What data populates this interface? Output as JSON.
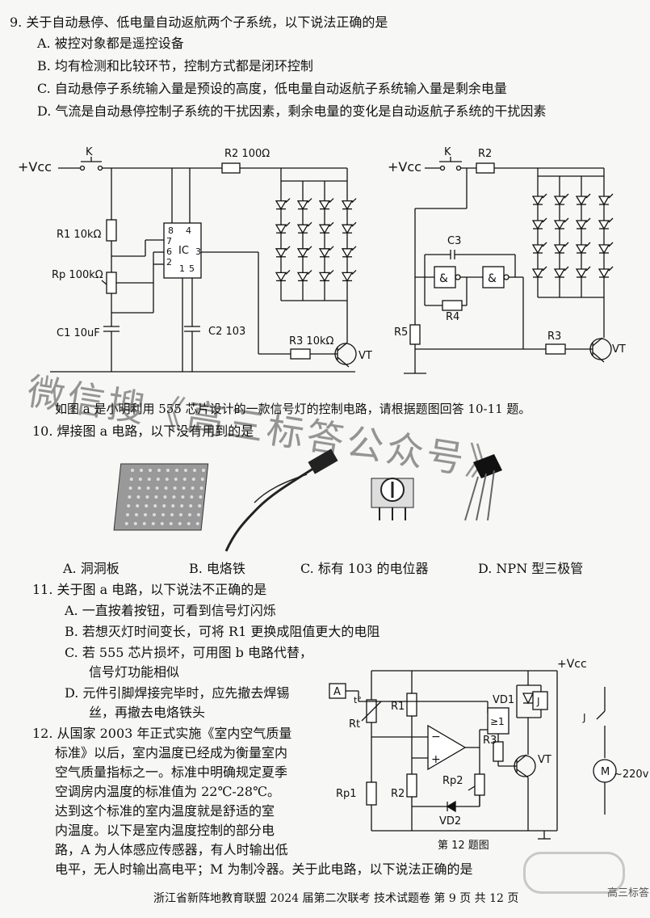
{
  "q9": {
    "stem": "9. 关于自动悬停、低电量自动返航两个子系统，以下说法正确的是",
    "A": "A. 被控对象都是遥控设备",
    "B": "B. 均有检测和比较环节，控制方式都是闭环控制",
    "C": "C. 自动悬停子系统输入量是预设的高度，低电量自动返航子系统输入量是剩余电量",
    "D": "D. 气流是自动悬停控制子系统的干扰因素，剩余电量的变化是自动返航子系统的干扰因素"
  },
  "circuit_a": {
    "vcc": "+Vcc",
    "k": "K",
    "r2": "R2 100Ω",
    "r1": "R1 10kΩ",
    "rp": "Rp 100kΩ",
    "c1": "C1 10uF",
    "c2": "C2 103",
    "r3": "R3 10kΩ",
    "vt": "VT",
    "ic": "IC",
    "pin8": "8",
    "pin4": "4",
    "pin7": "7",
    "pin6": "6",
    "pin2": "2",
    "pin1": "1",
    "pin5": "5",
    "pin3": "3"
  },
  "circuit_b": {
    "vcc": "+Vcc",
    "k": "K",
    "r2": "R2",
    "c3": "C3",
    "r4": "R4",
    "r5": "R5",
    "r3": "R3",
    "vt": "VT",
    "gate": "&"
  },
  "intro": "如图 a 是小明利用 555 芯片设计的一款信号灯的控制电路，请根据题图回答 10-11 题。",
  "q10": {
    "stem": "10. 焊接图 a 电路，以下没有用到的是",
    "A": "A. 洞洞板",
    "B": "B. 电烙铁",
    "C": "C. 标有 103 的电位器",
    "D": "D. NPN 型三极管"
  },
  "q11": {
    "stem": "11. 关于图 a 电路，以下说法不正确的是",
    "A": "A. 一直按着按钮，可看到信号灯闪烁",
    "B": "B. 若想灭灯时间变长，可将 R1 更换成阻值更大的电阻",
    "C1": "C. 若 555 芯片损坏，可用图 b 电路代替，",
    "C2": "信号灯功能相似",
    "D1": "D. 元件引脚焊接完毕时，应先撤去焊锡",
    "D2": "丝，再撤去电烙铁头"
  },
  "q12": {
    "lines": [
      "12. 从国家 2003 年正式实施《室内空气质量",
      "标准》以后，室内温度已经成为衡量室内",
      "空气质量指标之一。标准中明确规定夏季",
      "空调房内温度的标准值为 22℃-28℃。",
      "达到这个标准的室内温度就是舒适的室",
      "内温度。以下是室内温度控制的部分电",
      "路，A 为人体感应传感器，有人时输出低",
      "电平，无人时输出高电平；M 为制冷器。关于此电路，以下说法正确的是"
    ],
    "caption": "第 12 题图"
  },
  "circuit_12": {
    "vcc": "+Vcc",
    "a": "A",
    "rt": "Rt",
    "t": "t°",
    "r1": "R1",
    "r2": "R2",
    "rp1": "Rp1",
    "rp2": "Rp2",
    "r3": "R3",
    "vd1": "VD1",
    "vd2": "VD2",
    "vt": "VT",
    "j": "J",
    "m": "M",
    "v220": "~220v",
    "or": "≥1",
    "minus": "−",
    "plus": "+"
  },
  "watermark": {
    "line1": "微信搜《高三标答公众号》"
  },
  "footer": "浙江省新阵地教育联盟 2024 届第二次联考  技术试题卷  第 9 页 共 12 页",
  "logo_text": "高三标答"
}
